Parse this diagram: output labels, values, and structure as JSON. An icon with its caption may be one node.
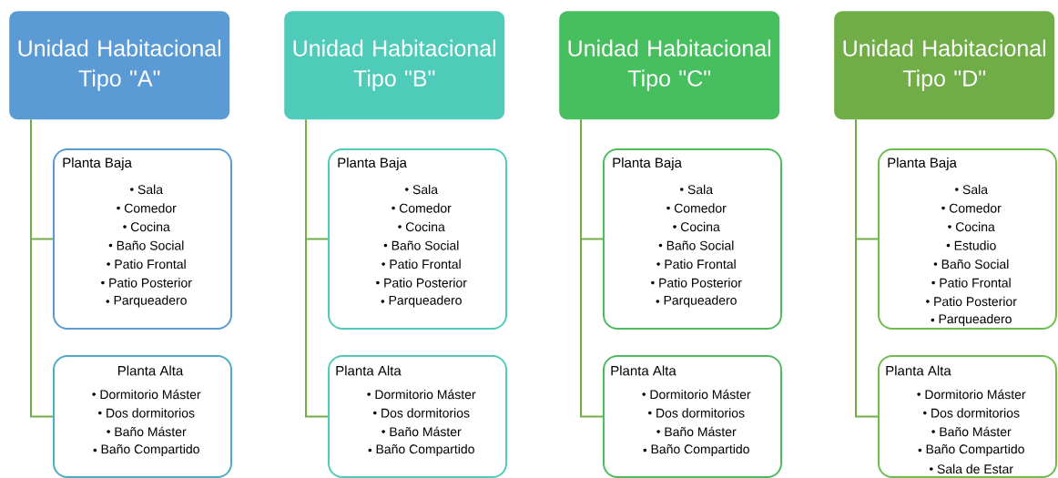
{
  "diagram": {
    "nodes": [
      {
        "text": [
          "Unidad Habitacional Tipo \"A\""
        ]
      },
      {
        "text": [
          "Planta Baja",
          "Sala",
          "Comedor",
          "Cocina",
          "Baño Social",
          "Patio Frontal",
          "Patio Posterior",
          "Parqueadero"
        ]
      },
      {
        "text": [
          "Planta Alta",
          "Dormitorio Máster",
          "Dos dormitorios",
          "Baño Máster",
          "Baño Compartido"
        ]
      },
      {
        "text": [
          "Unidad Habitacional Tipo \"B\""
        ]
      },
      {
        "text": [
          "Planta Baja",
          "Sala",
          "Comedor",
          "Cocina",
          "Baño Social",
          "Patio Frontal",
          "Patio Posterior",
          "Parqueadero"
        ]
      },
      {
        "text": [
          "Planta Alta",
          "Dormitorio Máster",
          "Dos dormitorios",
          "Baño Máster",
          "Baño Compartido"
        ]
      },
      {
        "text": [
          "Unidad Habitacional Tipo \"C\""
        ]
      },
      {
        "text": [
          "Planta Baja",
          "Sala",
          "Comedor",
          "Cocina",
          "Baño Social",
          "Patio Frontal",
          "Patio Posterior",
          "Parqueadero"
        ]
      },
      {
        "text": [
          "Planta Alta",
          "Dormitorio Máster",
          "Dos dormitorios",
          "Baño Máster",
          "Baño Compartido"
        ]
      },
      {
        "text": [
          "Unidad Habitacional Tipo \"D\""
        ]
      },
      {
        "text": [
          "Planta Baja",
          "Sala",
          "Comedor",
          "Cocina",
          "Estudio",
          "Baño Social",
          "Patio Frontal",
          "Patio Posterior",
          "Parqueadero"
        ]
      },
      {
        "text": [
          "Planta Alta",
          "Dormitorio Máster",
          "Dos dormitorios",
          "Baño Máster",
          "Baño Compartido",
          "Sala de Estar"
        ]
      }
    ],
    "edges": [
      {
        "from": 0,
        "to": 1,
        "arrow": "none"
      },
      {
        "from": 0,
        "to": 2,
        "arrow": "none"
      },
      {
        "from": 3,
        "to": 4,
        "arrow": "none"
      },
      {
        "from": 3,
        "to": 5,
        "arrow": "none"
      },
      {
        "from": 6,
        "to": 7,
        "arrow": "none"
      },
      {
        "from": 6,
        "to": 8,
        "arrow": "none"
      },
      {
        "from": 9,
        "to": 10,
        "arrow": "none"
      },
      {
        "from": 9,
        "to": 11,
        "arrow": "none"
      }
    ]
  }
}
